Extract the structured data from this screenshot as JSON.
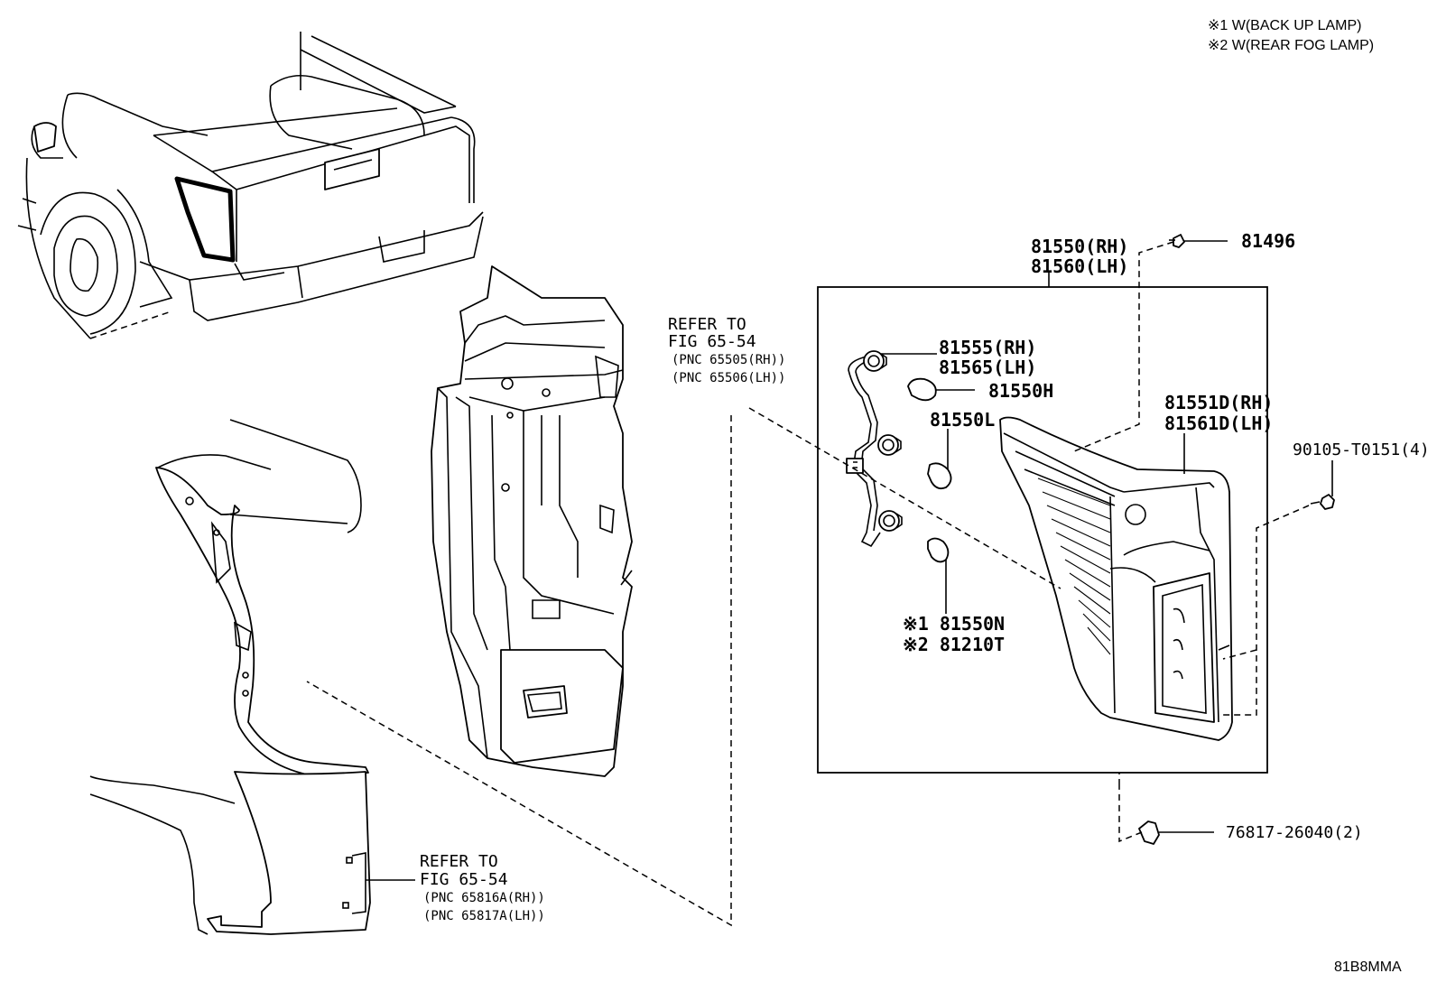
{
  "notes": {
    "line1": "※1 W(BACK UP LAMP)",
    "line2": "※2 W(REAR FOG LAMP)"
  },
  "refer_upper": {
    "l1": "REFER TO",
    "l2": "FIG 65-54",
    "l3": "(PNC 65505(RH))",
    "l4": "(PNC 65506(LH))"
  },
  "refer_lower": {
    "l1": "REFER TO",
    "l2": "FIG 65-54",
    "l3": "(PNC 65816A(RH))",
    "l4": "(PNC 65817A(LH))"
  },
  "parts": {
    "assy_rh": "81550(RH)",
    "assy_lh": "81560(LH)",
    "clip": "81496",
    "socket_rh": "81555(RH)",
    "socket_lh": "81565(LH)",
    "bulb_h": "81550H",
    "bulb_l": "81550L",
    "lens_rh": "81551D(RH)",
    "lens_lh": "81561D(LH)",
    "screw": "90105-T0151(4)",
    "bulb_n": "※1 81550N",
    "bulb_t": "※2 81210T",
    "grommet": "76817-26040(2)"
  },
  "figure_code": "81B8MMA"
}
